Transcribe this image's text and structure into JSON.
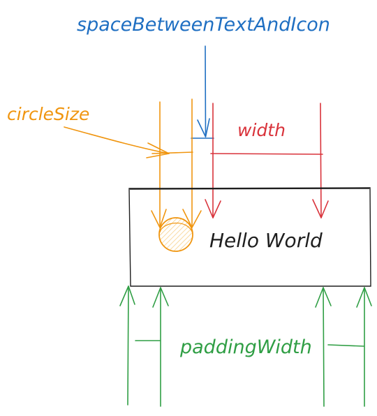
{
  "labels": {
    "space_between_text_and_icon": "spaceBetweenTextAndIcon",
    "circle_size": "circleSize",
    "width": "width",
    "padding_width": "paddingWidth",
    "hello_world": "Hello World"
  },
  "colors": {
    "blue": "#1f6fc2",
    "orange": "#f0950f",
    "red": "#d9333b",
    "green": "#2f9e44",
    "black": "#1e1e1e",
    "circle_fill": "#fbe3b8"
  }
}
